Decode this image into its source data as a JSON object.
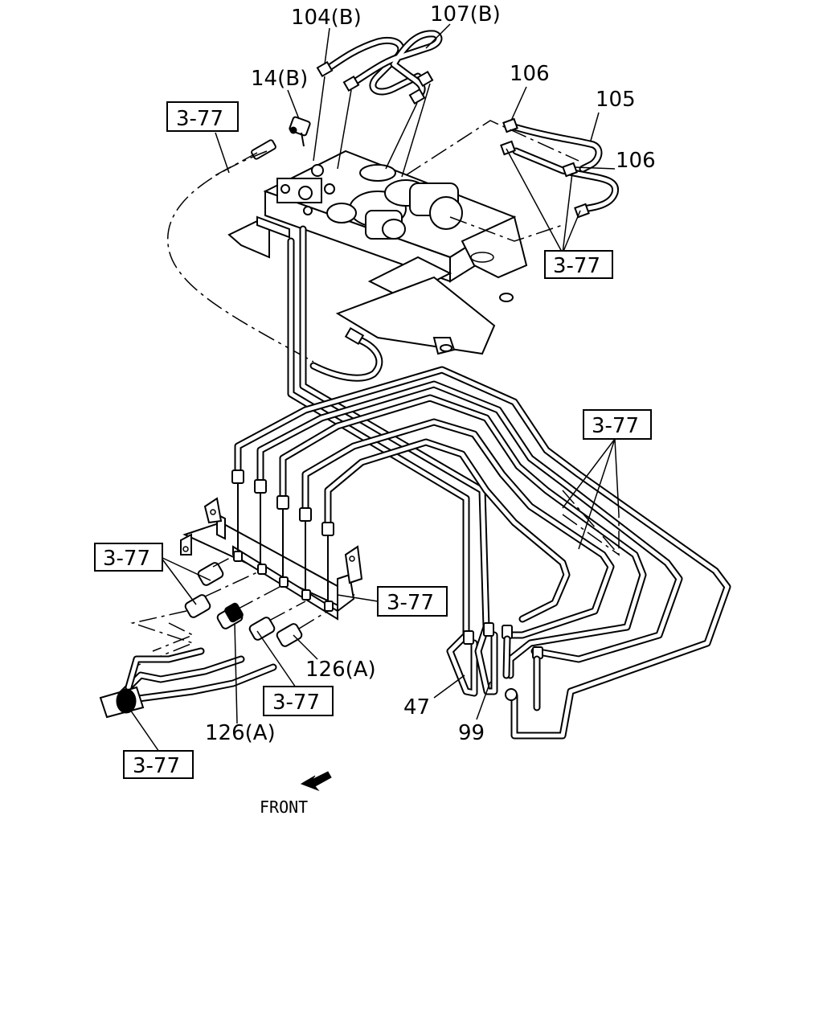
{
  "part_labels": {
    "l104": "104(B)",
    "l107": "107(B)",
    "l14": "14(B)",
    "l106a": "106",
    "l105": "105",
    "l106b": "106",
    "l126a": "126(A)",
    "l126b": "126(A)",
    "l47": "47",
    "l99": "99"
  },
  "reference_boxes": {
    "r1": "3-77",
    "r2": "3-77",
    "r3": "3-77",
    "r4": "3-77",
    "r5": "3-77",
    "r6": "3-77",
    "r7": "3-77"
  },
  "direction": {
    "label": "FRONT"
  }
}
